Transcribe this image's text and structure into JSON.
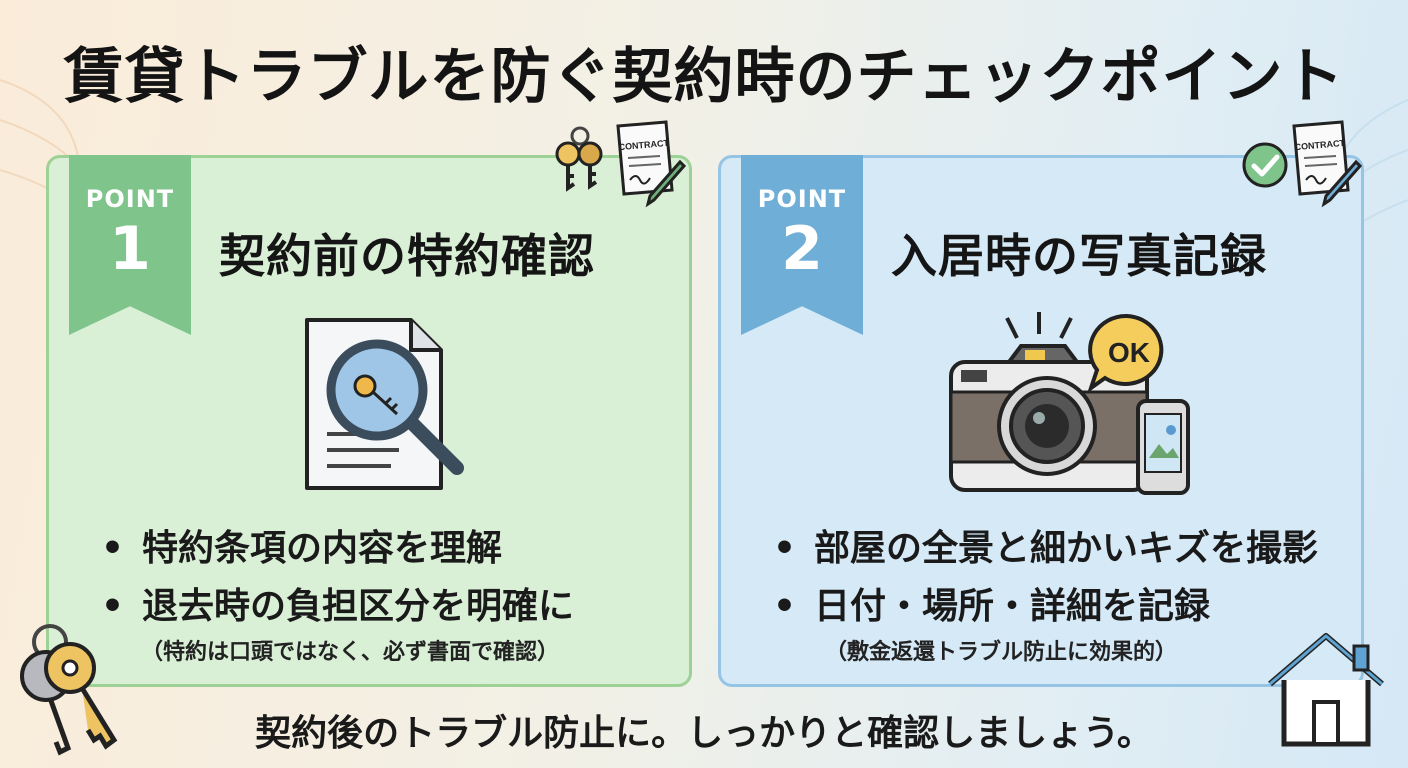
{
  "title": "賃貸トラブルを防ぐ契約時のチェックポイント",
  "points": [
    {
      "label": "POINT",
      "number": "1",
      "heading": "契約前の特約確認",
      "bullets": [
        "特約条項の内容を理解",
        "退去時の負担区分を明確に"
      ],
      "note": "（特約は口頭ではなく、必ず書面で確認）",
      "color": "#7fc48a"
    },
    {
      "label": "POINT",
      "number": "2",
      "heading": "入居時の写真記録",
      "bullets": [
        "部屋の全景と細かいキズを撮影",
        "日付・場所・詳細を記録"
      ],
      "note": "（敷金返還トラブル防止に効果的）",
      "color": "#6faed6"
    }
  ],
  "icons": {
    "contract_text": "CONTRACT",
    "ok_badge": "OK"
  },
  "footer": "契約後のトラブル防止に。しっかりと確認しましょう。"
}
